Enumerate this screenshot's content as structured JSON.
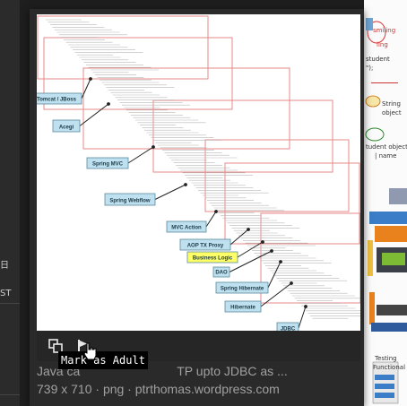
{
  "left_panel": {
    "fragment_glyph": "日",
    "fragment_text": "ST"
  },
  "popup": {
    "preview": {
      "labels": [
        "Tomcat / JBoss",
        "Acegi",
        "Spring MVC",
        "Spring Webflow",
        "MVC Action",
        "AOP TX Proxy",
        "Business Logic",
        "DAO",
        "Spring Hibernate",
        "Hibernate",
        "JDBC"
      ]
    },
    "toolbar": {
      "icons": [
        "copy-icon",
        "flag-icon"
      ]
    },
    "tooltip": "Mark as Adult",
    "caption": {
      "title": "Java call stack – from HTTP upto JDBC as ...",
      "title_visible_start": "Java ca",
      "title_visible_end": "TP upto JDBC as ...",
      "meta": "739 x 710 · png · ptrthomas.wordpress.com"
    }
  },
  "right_thumb": {
    "texts": [
      "smiling",
      "ling",
      "student",
      "\");",
      "String",
      "object",
      "tudent object",
      "| name",
      "Testing",
      "Functional"
    ]
  }
}
